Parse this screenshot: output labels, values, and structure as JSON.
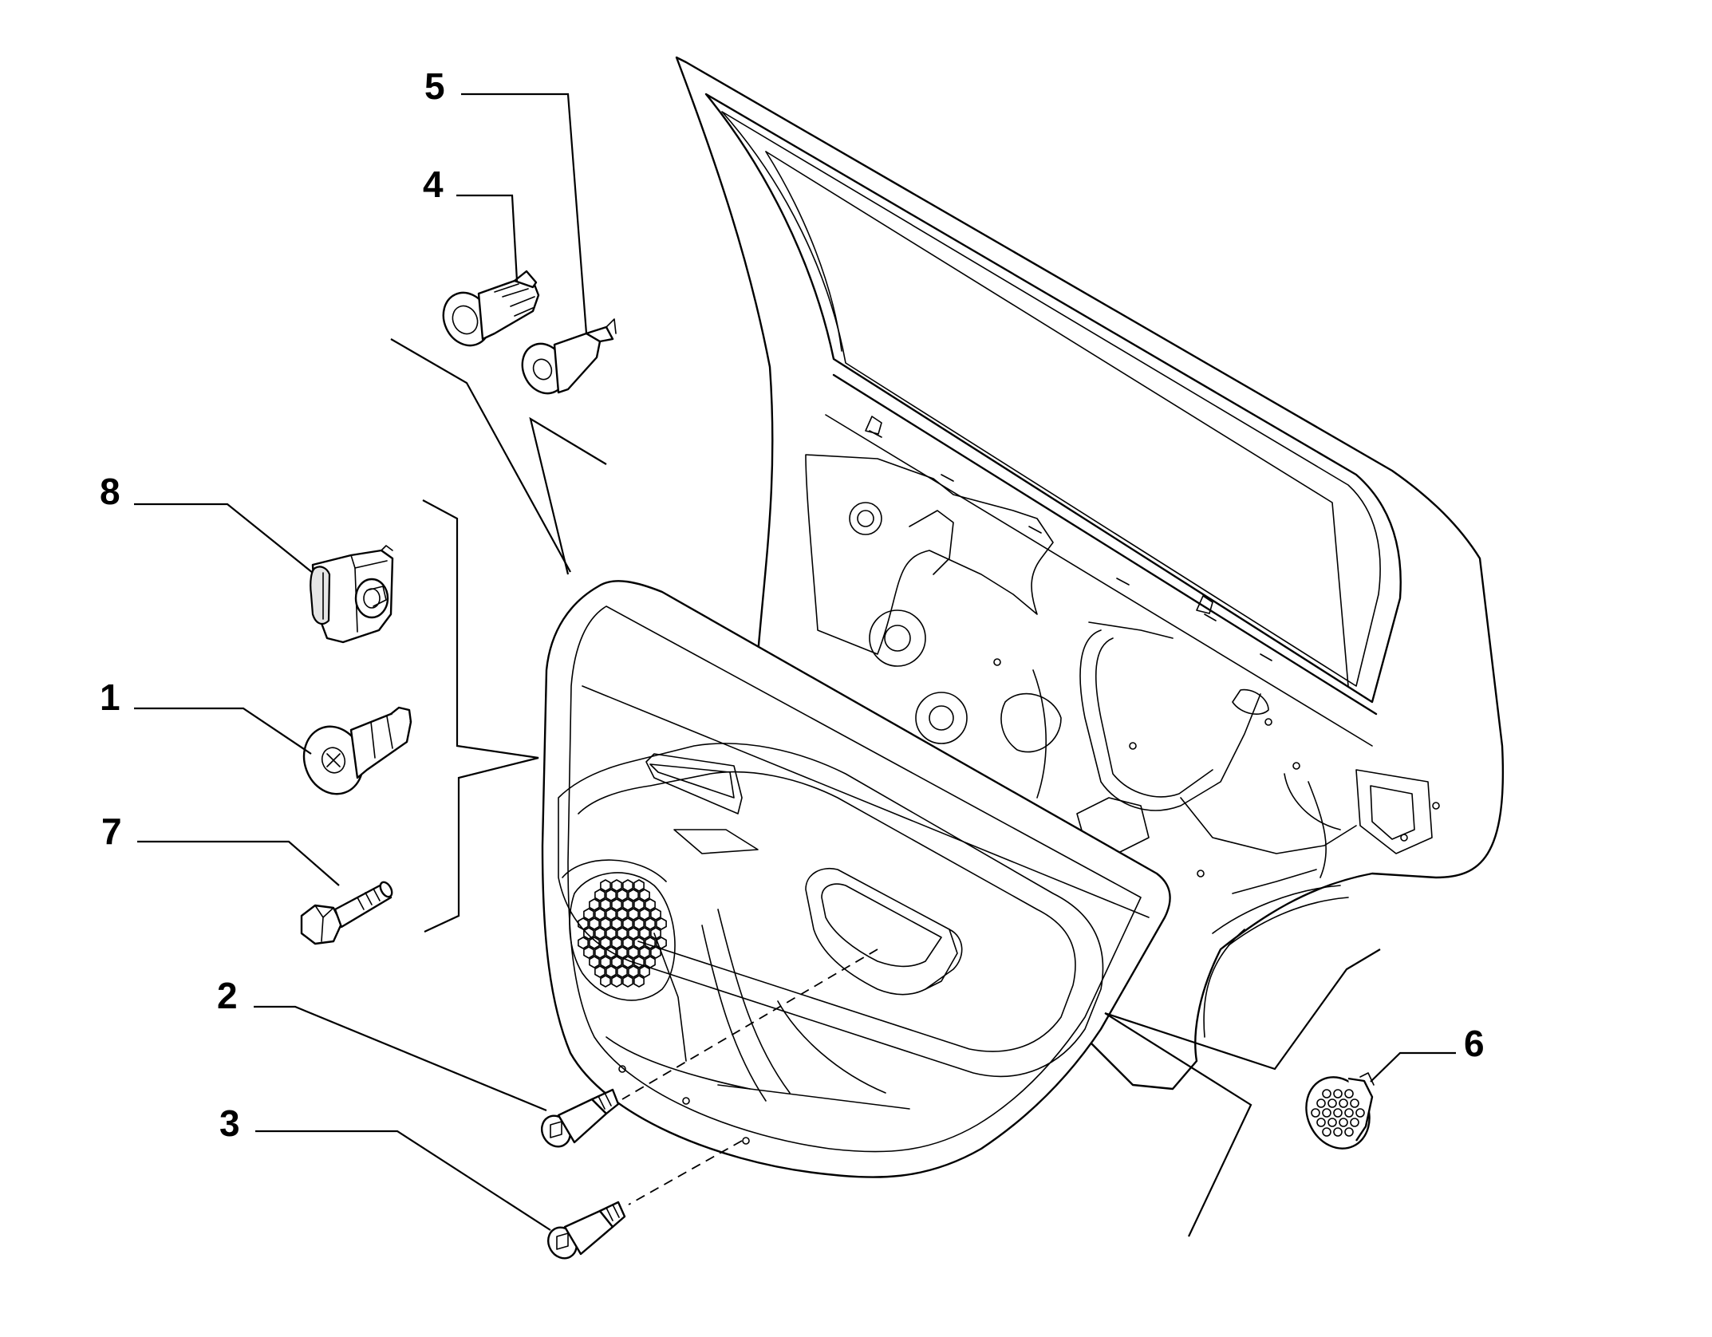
{
  "diagram": {
    "callouts": [
      {
        "id": "c1",
        "number": "1"
      },
      {
        "id": "c2",
        "number": "2"
      },
      {
        "id": "c3",
        "number": "3"
      },
      {
        "id": "c4",
        "number": "4"
      },
      {
        "id": "c5",
        "number": "5"
      },
      {
        "id": "c6",
        "number": "6"
      },
      {
        "id": "c7",
        "number": "7"
      },
      {
        "id": "c8",
        "number": "8"
      }
    ]
  }
}
